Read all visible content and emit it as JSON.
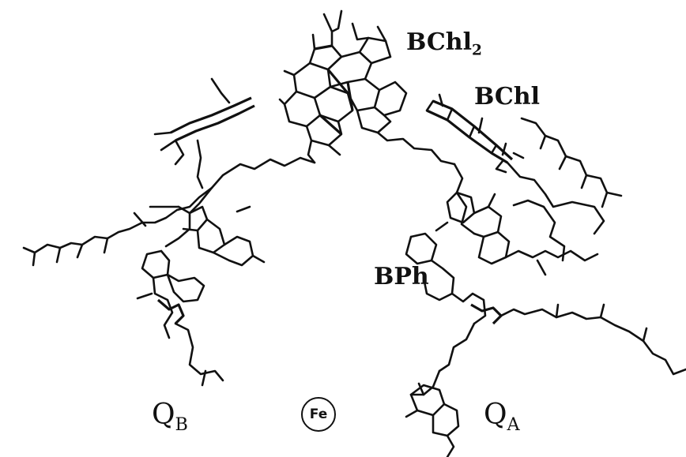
{
  "labels": {
    "bchl2_main": "BChl",
    "bchl2_sub": "2",
    "bchl": "BChl",
    "bph": "BPh",
    "qb_main": "Q",
    "qb_sub": "B",
    "qa_main": "Q",
    "qa_sub": "A",
    "fe": "Fe"
  },
  "colors": {
    "line": "#111111",
    "background": "#ffffff"
  }
}
